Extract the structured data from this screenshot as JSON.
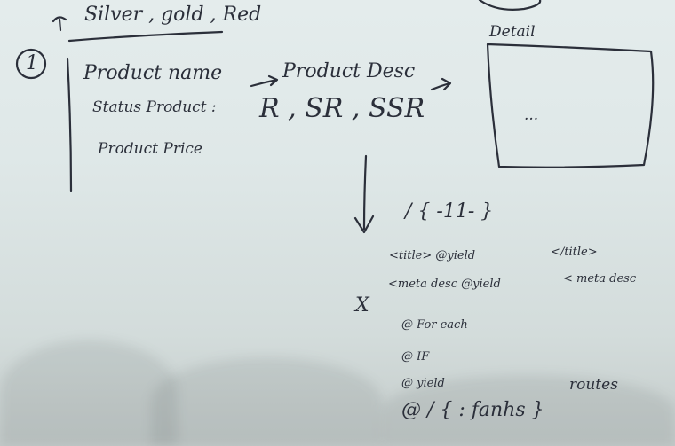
{
  "whiteboard": {
    "tiers_line": "Silver , gold , Red",
    "step_number": "1",
    "detail_label": "Detail",
    "product_name": "Product name",
    "product_desc": "Product Desc",
    "status_label": "Status Product :",
    "status_values": "R , SR , SSR",
    "product_price": "Product Price",
    "detail_dots": "...",
    "route_title": "/ { -11- }",
    "title_line_a": "<title> @yield",
    "title_line_b": "</title>",
    "meta_line_a": "<meta desc @yield",
    "meta_line_b": "< meta desc",
    "cross_mark": "X",
    "directive_1": "@ For each",
    "directive_2": "@ IF",
    "directive_3": "@ yield",
    "route_line": "@ / { : fanhs }",
    "routes_label": "routes"
  },
  "colors": {
    "board": "#e1e9e9",
    "ink": "#2b2f3a"
  }
}
